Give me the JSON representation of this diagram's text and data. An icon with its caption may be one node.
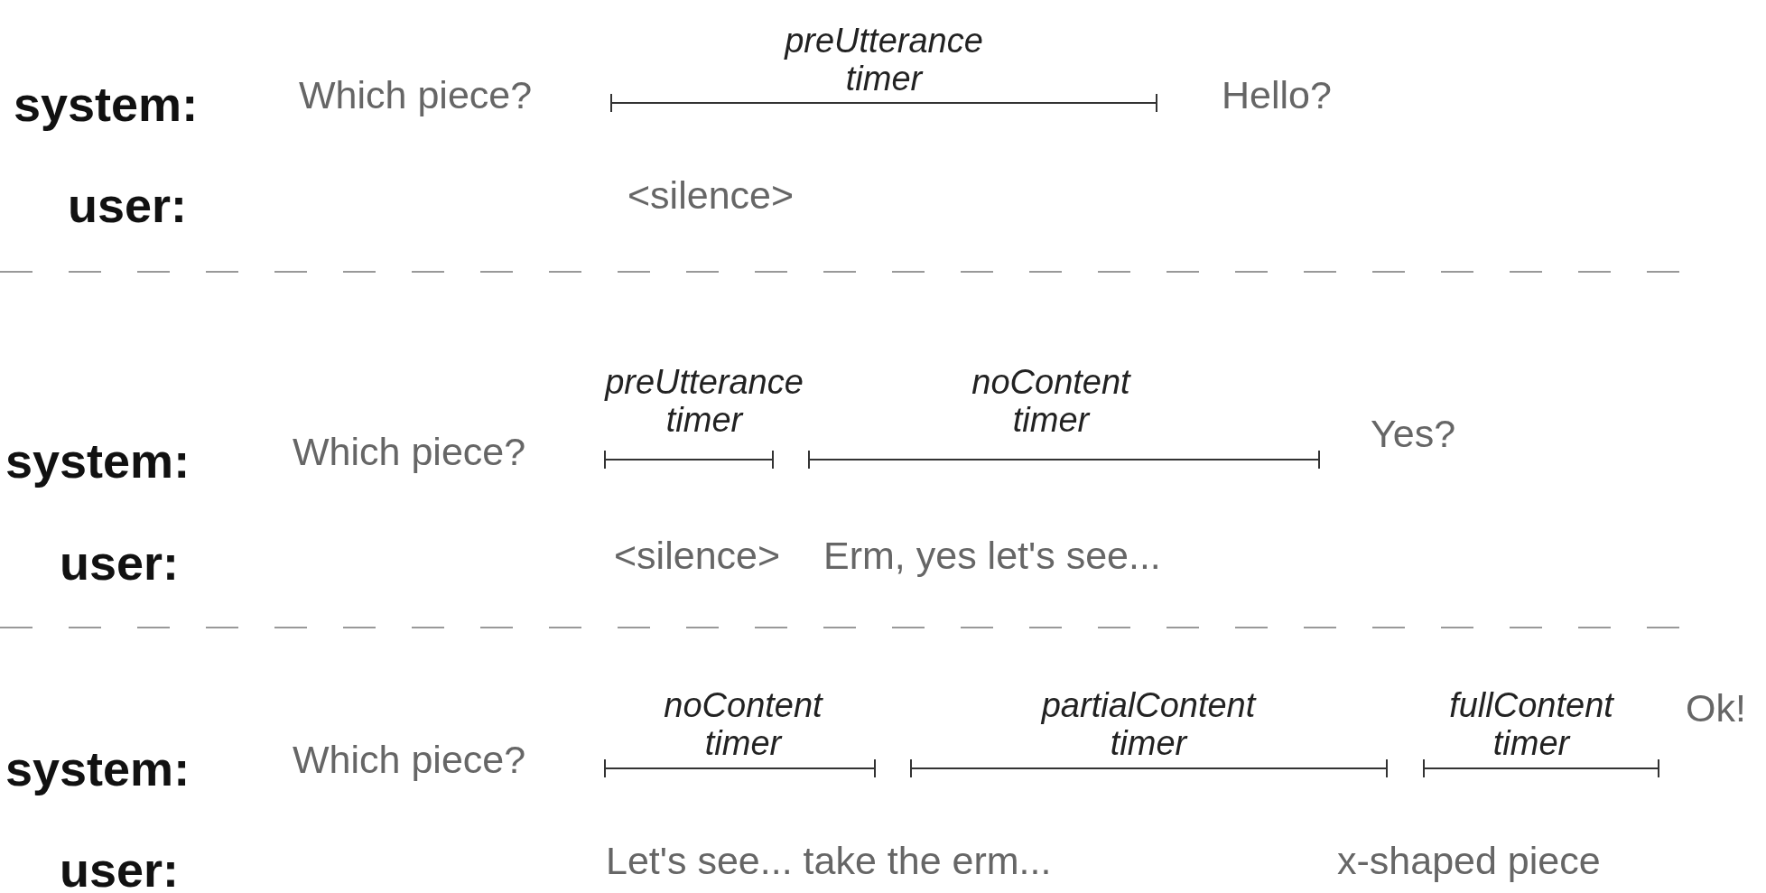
{
  "diagram": {
    "labels": [
      "preUtterance timer",
      "system:",
      "Which piece?",
      "Hello?",
      "user:",
      "<silence>",
      "preUtterance timer",
      "noContent timer",
      "system:",
      "Which piece?",
      "Yes?",
      "user:",
      "<silence>",
      "Erm, yes let's see...",
      "noContent timer",
      "partialContent timer",
      "fullContent timer",
      "Ok!",
      "system:",
      "Which piece?",
      "user:",
      "Let's see... take the erm...",
      "x-shaped piece"
    ]
  }
}
